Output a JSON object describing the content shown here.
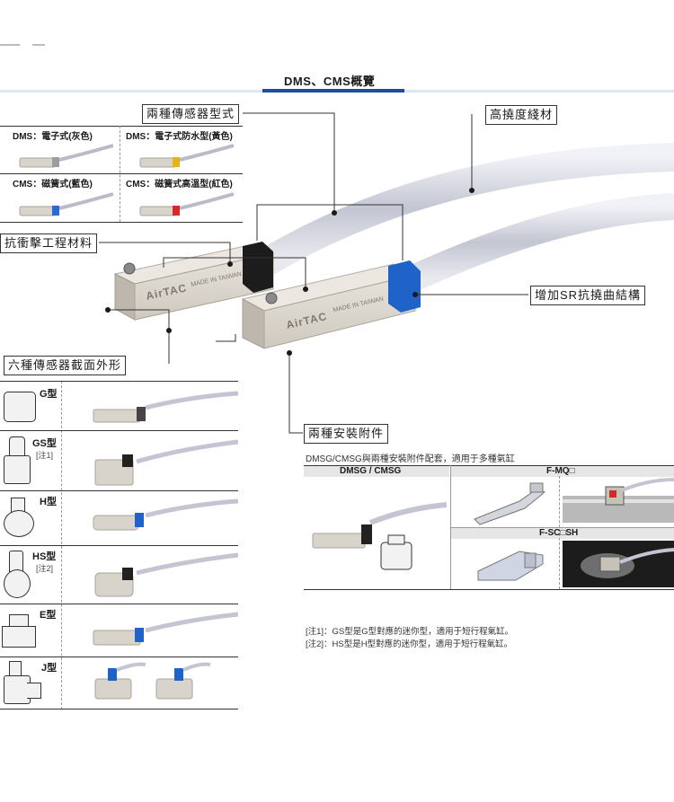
{
  "header": {
    "title": "DMS、CMS概覽",
    "accent": "#1f4e9a"
  },
  "callouts": {
    "two_types": "兩種傳感器型式",
    "flex_cable": "高撓度綫材",
    "impact": "抗衝擊工程材料",
    "sr_bend": "增加SR抗撓曲結構",
    "six_sections": "六種傳感器截面外形",
    "two_accessories": "兩種安裝附件"
  },
  "sensor_types": [
    {
      "label": "DMS：電子式(灰色)",
      "band_color": "#bbbbbb"
    },
    {
      "label": "DMS：電子式防水型(黃色)",
      "band_color": "#e8b21a"
    },
    {
      "label": "CMS：磁簧式(藍色)",
      "band_color": "#2a6bd1"
    },
    {
      "label": "CMS：磁簧式高溫型(紅色)",
      "band_color": "#d42a2a"
    }
  ],
  "product": {
    "brand": "AirTAC",
    "made_in": "MADE IN TAIWAN"
  },
  "sections": [
    {
      "type": "G型",
      "note": ""
    },
    {
      "type": "GS型",
      "note": "[注1]"
    },
    {
      "type": "H型",
      "note": ""
    },
    {
      "type": "HS型",
      "note": "[注2]"
    },
    {
      "type": "E型",
      "note": ""
    },
    {
      "type": "J型",
      "note": ""
    }
  ],
  "accessories": {
    "intro": "DMSG/CMSG與兩種安裝附件配套，適用于多種氣缸",
    "col1": "DMSG / CMSG",
    "col2": "F-MQ□",
    "col3": "F-SC□SH"
  },
  "notes": [
    "[注1]：GS型是G型對應的迷你型，適用于短行程氣缸。",
    "[注2]：HS型是H型對應的迷你型，適用于短行程氣缸。"
  ]
}
